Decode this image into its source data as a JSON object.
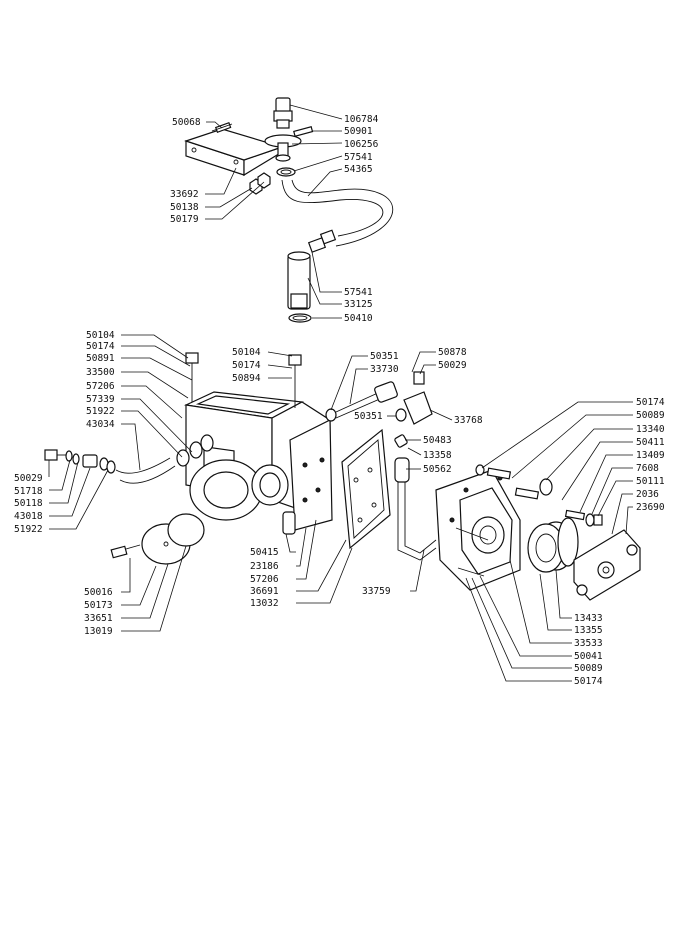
{
  "labels": {
    "l50068": "50068",
    "l106784": "106784",
    "l50901": "50901",
    "l106256": "106256",
    "l57541a": "57541",
    "l54365": "54365",
    "l33692": "33692",
    "l50138": "50138",
    "l50179": "50179",
    "l57541b": "57541",
    "l33125": "33125",
    "l50410": "50410",
    "l50104a": "50104",
    "l50174a": "50174",
    "l50891": "50891",
    "l33500": "33500",
    "l57206a": "57206",
    "l57339": "57339",
    "l51922a": "51922",
    "l43034": "43034",
    "l50104b": "50104",
    "l50174b": "50174",
    "l50894": "50894",
    "l50351a": "50351",
    "l33730": "33730",
    "l50878": "50878",
    "l50029a": "50029",
    "l50351b": "50351",
    "l33768": "33768",
    "l50483": "50483",
    "l13358": "13358",
    "l50562": "50562",
    "l50029b": "50029",
    "l51718": "51718",
    "l50118": "50118",
    "l43018": "43018",
    "l51922b": "51922",
    "l50415": "50415",
    "l23186": "23186",
    "l57206b": "57206",
    "l36691": "36691",
    "l13032": "13032",
    "l50016": "50016",
    "l50173": "50173",
    "l33651": "33651",
    "l13019": "13019",
    "l33759": "33759",
    "l50174c": "50174",
    "l50089a": "50089",
    "l13340": "13340",
    "l50411": "50411",
    "l13409": "13409",
    "l7608": "7608",
    "l50111": "50111",
    "l2036": "2036",
    "l23690": "23690",
    "l13433": "13433",
    "l13355": "13355",
    "l33533": "33533",
    "l50041": "50041",
    "l50089b": "50089",
    "l50174d": "50174"
  }
}
